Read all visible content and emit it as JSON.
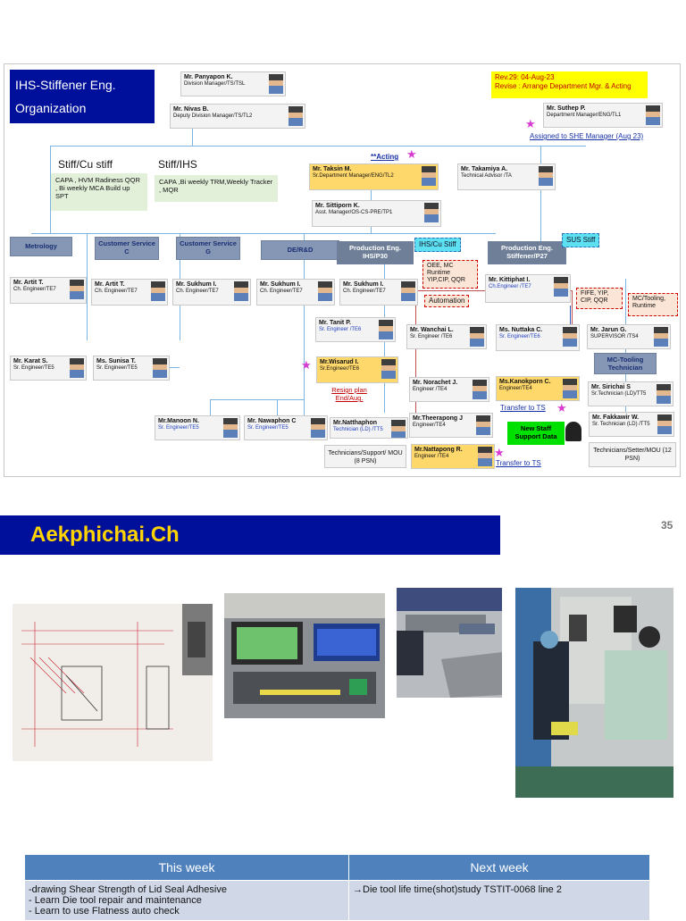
{
  "org": {
    "title_line1": "IHS-Stiffener Eng.",
    "title_line2": "Organization",
    "rev": {
      "line1": "Rev.29: 04-Aug-23",
      "line2": "Revise : Arrange Department Mgr. & Acting"
    },
    "top": [
      {
        "name": "Mr. Panyapon K.",
        "role": "Division Manager/TS/TSL"
      },
      {
        "name": "Mr. Nivas B.",
        "role": "Deputy Division Manager/TS/TL2"
      },
      {
        "name": "Mr. Suthep P.",
        "role": "Department Manager/ENG/TL1"
      }
    ],
    "she_note": "Assigned to SHE Manager (Aug 23)",
    "acting": "**Acting",
    "managers": [
      {
        "name": "Mr. Taksin M.",
        "role": "Sr.Department Manager/ENG/TL2"
      },
      {
        "name": "Mr. Takamiya A.",
        "role": "Technical Advisor /TA"
      },
      {
        "name": "Mr. Sittiporn K.",
        "role": "Asst. Manager/OS-CS-PRE/TP1"
      }
    ],
    "stiff_cu_heading": "Stiff/Cu stiff",
    "stiff_cu_text": "CAPA , HVM Radiness QQR , Bi weekly MCA Build up SPT",
    "stiff_ihs_heading": "Stiff/IHS",
    "stiff_ihs_text": "CAPA ,Bi weekly TRM,Weekly Tracker , MQR",
    "depts": [
      "Metrology",
      "Customer Service C",
      "Customer Service G",
      "DE/R&D",
      "Production Eng. IHS/P30",
      "Production Eng. Stiffener/P27",
      "MC-Tooling Technician"
    ],
    "tags": {
      "ihs_cu": "IHS/Cu Stiff",
      "sus": "SUS Stiff",
      "oee": "OEE, MC Runtime YIP,CIP, QQR",
      "automation": "Automation",
      "fife": "FIFE, YIP, CIP, QQR",
      "mc_tool": "MC/Tooling, Runtime"
    },
    "people": [
      {
        "name": "Mr. Artit T.",
        "role": "Ch. Engineer/TE7"
      },
      {
        "name": "Mr. Artit T.",
        "role": "Ch. Engineer/TE7"
      },
      {
        "name": "Mr. Sukhum I.",
        "role": "Ch. Engineer/TE7"
      },
      {
        "name": "Mr. Sukhum I.",
        "role": "Ch. Engineer/TE7"
      },
      {
        "name": "Mr. Sukhum I.",
        "role": "Ch. Engineer/TE7"
      },
      {
        "name": "Mr. Kittiphat I.",
        "role": "Ch.Engineer /TE7"
      },
      {
        "name": "Mr. Karat S.",
        "role": "Sr. Engineer/TE5"
      },
      {
        "name": "Ms. Sunisa T.",
        "role": "Sr. Engineer/TE5"
      },
      {
        "name": "Mr. Tanit P.",
        "role": "Sr. Engineer /TE6"
      },
      {
        "name": "Mr.Wisarud I.",
        "role": "Sr.Engineer/TE6"
      },
      {
        "name": "Mr. Wanchai L.",
        "role": "Sr. Engineer /TE6"
      },
      {
        "name": "Ms. Nuttaka C.",
        "role": "Sr. Engineer/TE6"
      },
      {
        "name": "Mr. Jarun G.",
        "role": "SUPERVISOR /TS4"
      },
      {
        "name": "Mr. Norachet J.",
        "role": "Engineer /TE4"
      },
      {
        "name": "Ms.Kanokporn C.",
        "role": "Engineer/TE4"
      },
      {
        "name": "Mr. Sirichai S",
        "role": "Sr.Technician (LD)/TT5"
      },
      {
        "name": "Mr.Manoon N.",
        "role": "Sr. Engineer/TE5"
      },
      {
        "name": "Mr. Nawaphon C",
        "role": "Sr. Engineer/TE5"
      },
      {
        "name": "Mr.Natthaphon",
        "role": "Technician (LD) /TT5"
      },
      {
        "name": "Mr.Theerapong J",
        "role": "Engineer/TE4"
      },
      {
        "name": "Mr. Fakkawir W.",
        "role": "Sr. Technician (LD) /TT5"
      },
      {
        "name": "Mr.Nattapong R.",
        "role": "Engineer /TE4"
      }
    ],
    "resign": "Resign plan End/Aug.",
    "transfer1": "Transfer to TS",
    "transfer2": "Transfer to TS",
    "new_staff": "New Staff Support Data",
    "tech_support": "Technicians/Support/ MOU (8 PSN)",
    "tech_setter": "Technicians/Setter/MOU (12 PSN)"
  },
  "slide": {
    "title": "Aekphichai.Ch",
    "page": "35"
  },
  "table": {
    "headers": [
      "This week",
      "Next week"
    ],
    "this_week": [
      "-drawing  Shear Strength of Lid Seal Adhesive",
      "- Learn Die tool repair and maintenance",
      "- Learn to use Flatness auto check"
    ],
    "next_week": [
      "→Die tool life time(shot)study TSTIT-0068 line 2"
    ]
  }
}
